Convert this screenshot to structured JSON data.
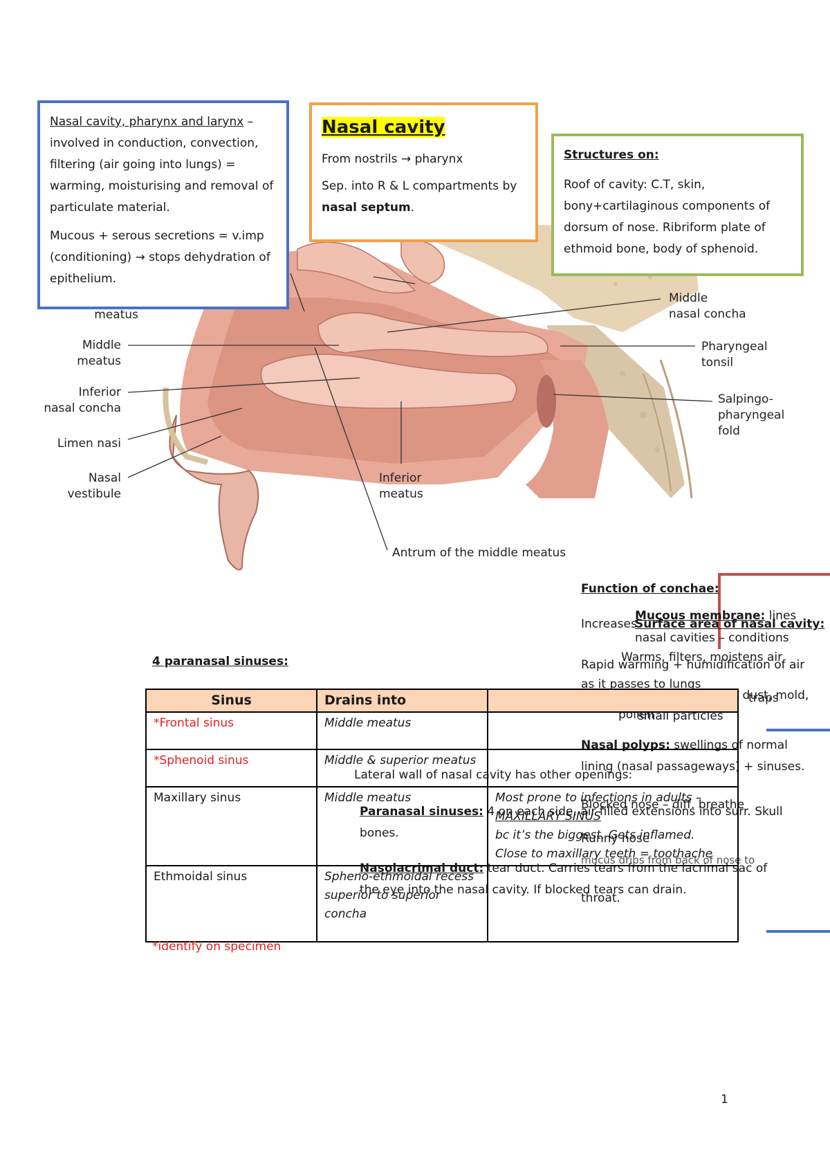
{
  "boxes": {
    "blue": {
      "title": "Nasal cavity, pharynx and larynx",
      "intro": " – involved in conduction, convection, filtering (air going into lungs) = warming, moisturising and removal of particulate material.",
      "para2": "Mucous + serous secretions = v.imp (conditioning) → stops dehydration of epithelium."
    },
    "orange": {
      "title": "Nasal cavity ",
      "line1": "From nostrils → pharynx",
      "line2_pre": "Sep. into R & L compartments by ",
      "line2_bold": "nasal septum",
      "line2_post": "."
    },
    "green": {
      "title": "Structures on:",
      "body": "Roof of cavity: C.T, skin, bony+cartilaginous components of dorsum of nose. Ribriform plate of ethmoid bone, body of sphenoid."
    }
  },
  "diagram_labels": {
    "meatus": "meatus",
    "middle_meatus": "Middle\nmeatus",
    "inferior_concha": "Inferior\nnasal concha",
    "limen_nasi": "Limen nasi",
    "nasal_vestibule": "Nasal\nvestibule",
    "middle_concha": "Middle\nnasal concha",
    "pharyngeal_tonsil": "Pharyngeal\ntonsil",
    "salpingo": "Salpingo-\npharyngeal\nfold",
    "inferior_meatus": "Inferior\nmeatus",
    "antrum": "Antrum of the middle meatus"
  },
  "right_notes": {
    "function_title": "Function of conchae:",
    "mucous_title": "Mucous membrane:",
    "mucous_text": " lines",
    "increases": "Increases",
    "surface_title": "Surface area of nasal cavity:",
    "nasal_cavities_line": "nasal cavities – conditions",
    "rapid": "Rapid warming + humidification of air",
    "warms": "Warms, filters, moistens air",
    "as_it_passes": "as it passes to lungs",
    "dust": "- dust, mold,",
    "pollen": "pollen",
    "small_particles": "small particles",
    "traps": "traps",
    "polyps_title": "Nasal polyps:",
    "polyps_text": " swellings of normal lining (nasal passageways) + sinuses.",
    "blocked": "Blocked nose – diff. breathe",
    "runny": "Runny nose",
    "mucus_drips": "mucus drips from back of nose to",
    "throat": "throat."
  },
  "overlap_notes": {
    "lateral_wall": "Lateral wall of nasal cavity has other openings:",
    "paranasal_title": "Paranasal sinuses:",
    "paranasal_text": " 4 on each side, air filled extensions into surr. Skull bones.",
    "nasolacrimal_title": "Nasolacrimal duct:",
    "nasolacrimal_text": " tear duct. Carries tears from the lacrimal sac of the eye into the nasal cavity. If blocked tears can drain."
  },
  "sinuses": {
    "heading": "4 paranasal sinuses:",
    "headers": [
      "Sinus",
      "Drains into",
      ""
    ],
    "rows": [
      {
        "sinus": "*Frontal sinus",
        "drains": "Middle meatus",
        "note": ""
      },
      {
        "sinus": "*Sphenoid sinus",
        "drains": "Middle & superior meatus",
        "note": ""
      },
      {
        "sinus": "Maxillary sinus",
        "drains": "Middle meatus",
        "note_l1": "Most prone to infections in adults –",
        "note_l2": "MAXILLARY SINUS",
        "note_l3": "bc it’s the biggest. Gets inflamed.",
        "note_l4": "Close to maxillary teeth = toothache"
      },
      {
        "sinus": "Ethmoidal sinus",
        "drains": "Spheno-ethmoidal recess superior to superior concha",
        "note": ""
      }
    ],
    "footnote": "*identify on specimen"
  },
  "page_number": "1"
}
